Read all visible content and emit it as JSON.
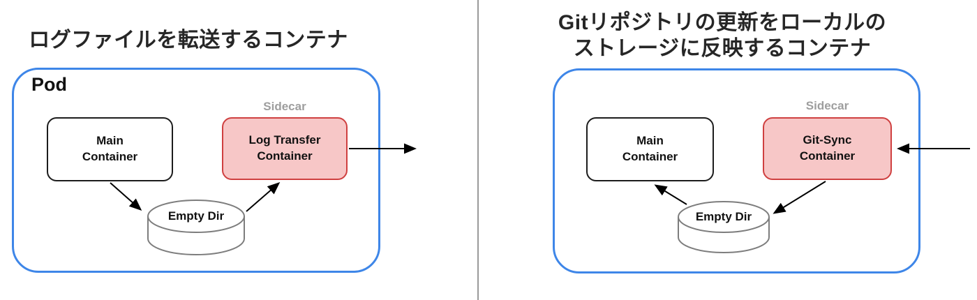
{
  "left_diagram": {
    "title": "ログファイルを転送するコンテナ",
    "pod_label": "Pod",
    "sidecar_label": "Sidecar",
    "main_container": {
      "line1": "Main",
      "line2": "Container"
    },
    "sidecar_container": {
      "line1": "Log Transfer",
      "line2": "Container"
    },
    "volume_label": "Empty Dir"
  },
  "right_diagram": {
    "title_line1": "Gitリポジトリの更新をローカルの",
    "title_line2": "ストレージに反映するコンテナ",
    "sidecar_label": "Sidecar",
    "main_container": {
      "line1": "Main",
      "line2": "Container"
    },
    "sidecar_container": {
      "line1": "Git-Sync",
      "line2": "Container"
    },
    "volume_label": "Empty Dir"
  },
  "colors": {
    "pod_border": "#3e86e8",
    "sidecar_fill": "#f7c7c7",
    "sidecar_border": "#cf4040",
    "box_border": "#1c1c1c",
    "sidecar_text": "#9e9e9e",
    "cylinder_stroke": "#7d7d7d",
    "arrow": "#000000",
    "divider": "#9a9a9a",
    "title_text": "#262626"
  }
}
